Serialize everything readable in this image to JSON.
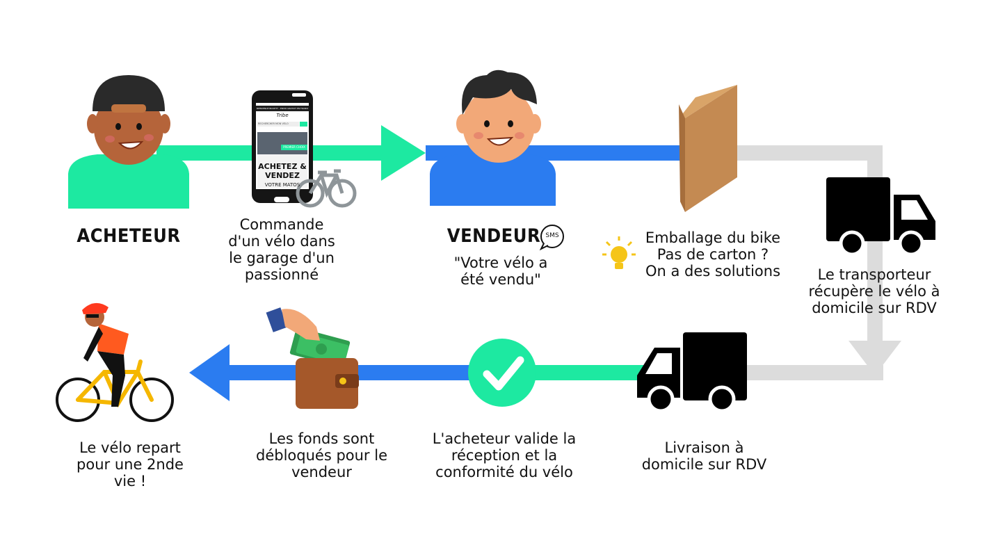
{
  "colors": {
    "green": "#1de9a1",
    "blue": "#2b7cf0",
    "grey": "#dcdcdc",
    "cardboard": "#c48a52",
    "wallet": "#a5582a",
    "skin": "#b5643a",
    "hair": "#2a2a2a"
  },
  "roles": {
    "buyer": "ACHETEUR",
    "seller": "VENDEUR"
  },
  "phone": {
    "banner": "BIENVENUE BICKETT - ENVOI GRATUIT EN FRANCE ET EUROPE",
    "logo": "Tribe",
    "search": "RECHERCHER MON VÉLO",
    "hero_tag": "PREMIER CHOIX",
    "headline_1": "ACHETEZ &",
    "headline_2": "VENDEZ",
    "sub": "VOTRE MATOS"
  },
  "sms_badge": "SMS",
  "steps": {
    "order": "Commande\nd'un vélo dans\nle garage d'un\npassionné",
    "sms_message": "\"Votre vélo a\nété vendu\"",
    "packing": "Emballage du bike\nPas de carton ?\nOn a des solutions",
    "pickup": "Le transporteur\nrécupère le vélo à\ndomicile sur RDV",
    "delivery": "Livraison à\ndomicile sur RDV",
    "validation": "L'acheteur valide la\nréception et la\nconformité du vélo",
    "funds": "Les fonds sont\ndébloqués pour le\nvendeur",
    "second_life": "Le vélo repart\npour une 2nde\nvie !"
  }
}
